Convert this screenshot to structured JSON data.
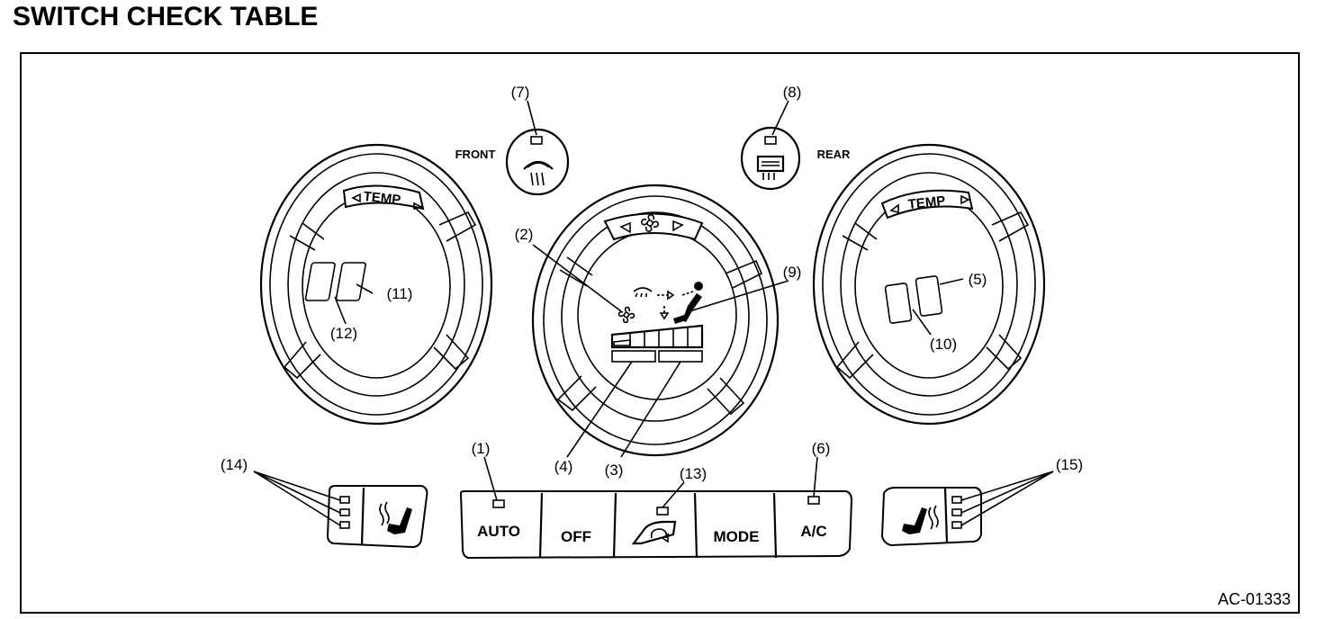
{
  "title": "SWITCH CHECK TABLE",
  "figure_id": "AC-01333",
  "labels": {
    "front": "FRONT",
    "rear": "REAR",
    "temp_left": "TEMP",
    "temp_right": "TEMP"
  },
  "buttons": {
    "auto": "AUTO",
    "off": "OFF",
    "mode": "MODE",
    "ac": "A/C"
  },
  "callouts": {
    "c1": "(1)",
    "c2": "(2)",
    "c3": "(3)",
    "c4": "(4)",
    "c5": "(5)",
    "c6": "(6)",
    "c7": "(7)",
    "c8": "(8)",
    "c9": "(9)",
    "c10": "(10)",
    "c11": "(11)",
    "c12": "(12)",
    "c13": "(13)",
    "c14": "(14)",
    "c15": "(15)"
  },
  "icons": {
    "front_defrost": "front-defroster-icon",
    "rear_defrost": "rear-defroster-icon",
    "fan": "fan-icon",
    "recirc": "recirculation-icon",
    "seat_heater": "seat-heater-icon"
  }
}
